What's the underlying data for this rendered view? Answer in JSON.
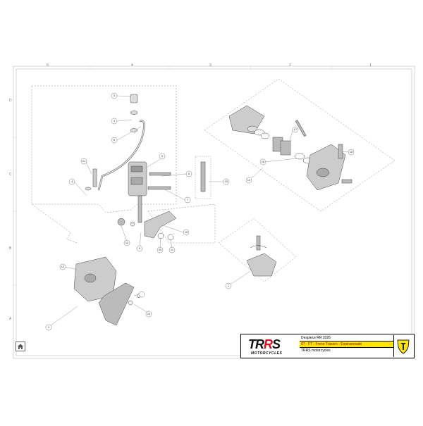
{
  "sheet": {
    "columns": [
      "5",
      "4",
      "3",
      "2",
      "1"
    ],
    "rows": [
      "D",
      "C",
      "B",
      "A"
    ]
  },
  "callouts": [
    "1",
    "2",
    "3",
    "4",
    "4",
    "5",
    "6",
    "7",
    "8",
    "9",
    "10",
    "11",
    "12",
    "13",
    "14",
    "15",
    "16",
    "17",
    "18",
    "19",
    "20",
    "21",
    "3",
    "4"
  ],
  "title_block": {
    "logo_main": "TRRS",
    "logo_sub": "MOTORCYCLES",
    "line1": "Despiece RR 2026",
    "line2": "07 - FT - Freno Trasero - Explosionado",
    "line3": "TRRS motorcycles"
  },
  "colors": {
    "brand_red": "#d80f1d",
    "highlight_yellow": "#ffe600"
  },
  "icons": {
    "home": "home-icon",
    "badge": "trrs-shield-icon"
  }
}
